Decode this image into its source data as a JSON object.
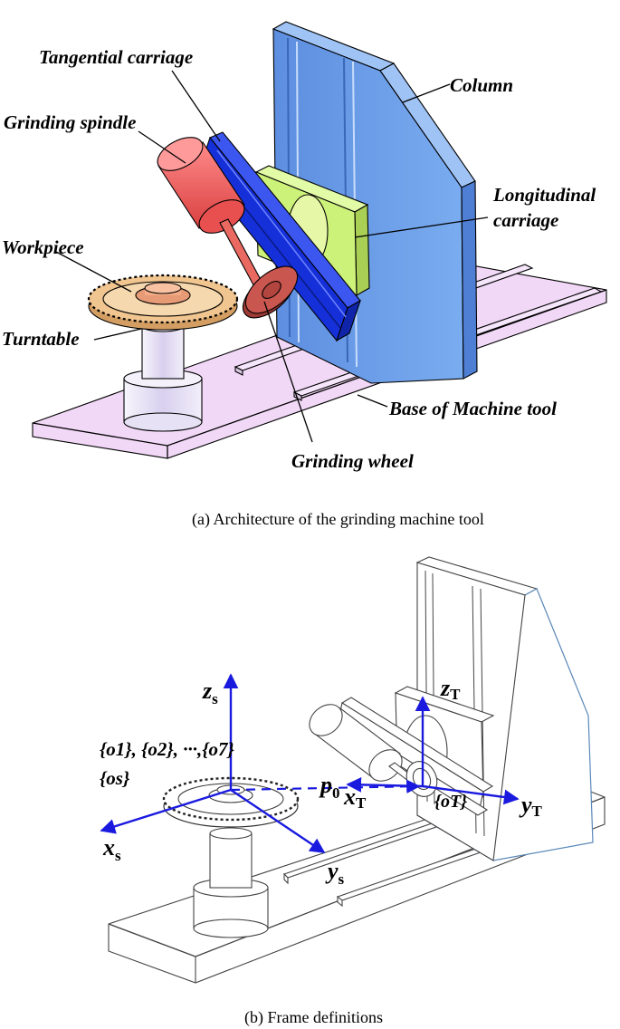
{
  "figure_a": {
    "labels": {
      "tangential_carriage": "Tangential carriage",
      "grinding_spindle": "Grinding spindle",
      "column": "Column",
      "longitudinal_carriage_1": "Longitudinal",
      "longitudinal_carriage_2": "carriage",
      "workpiece": "Workpiece",
      "turntable": "Turntable",
      "base": "Base of Machine tool",
      "grinding_wheel": "Grinding wheel"
    },
    "caption": "(a) Architecture of the grinding machine tool",
    "colors": {
      "column": "#6fa0ea",
      "longitudinal_carriage": "#cdf27a",
      "tangential_carriage": "#1530d8",
      "spindle": "#f06363",
      "wheel": "#b94a45",
      "workpiece": "#f1c58f",
      "base": "#f2d8f7",
      "turntable": "#e6e1f4"
    }
  },
  "figure_b": {
    "axes": {
      "zs": "z",
      "zs_sub": "s",
      "xs": "x",
      "xs_sub": "s",
      "ys": "y",
      "ys_sub": "s",
      "zT": "z",
      "zT_sub": "T",
      "xT": "x",
      "xT_sub": "T",
      "yT": "y",
      "yT_sub": "T",
      "p0": "p",
      "p0_sub": "0"
    },
    "frames_line1": "{o1}, {o2}, ···,{o7}",
    "frames_line2": "{os}",
    "oT": "{oT}",
    "caption": "(b) Frame definitions",
    "colors": {
      "axis": "#1a1adf"
    }
  }
}
